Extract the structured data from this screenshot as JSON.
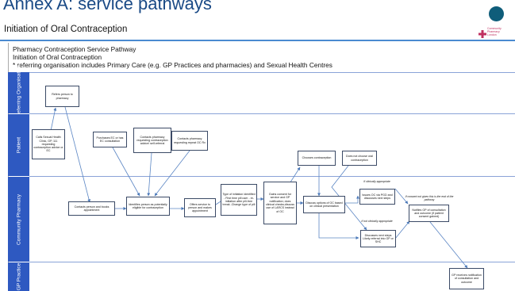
{
  "header": {
    "title": "Annex A: service pathways",
    "subtitle": "Initiation of Oral Contraception"
  },
  "pathway": {
    "title": "Pharmacy Contraception Service Pathway",
    "subtitle": "Initiation of Oral Contraception",
    "note": "* referring organisation includes Primary Care (e.g. GP Practices and pharmacies) and Sexual Health Centres"
  },
  "logos": {
    "cp_line1": "Community",
    "cp_line2": "Pharmacy",
    "cp_line3": "London"
  },
  "lanes": [
    {
      "label": "* Referring Organisation"
    },
    {
      "label": "Patient"
    },
    {
      "label": "Community Pharmacy"
    },
    {
      "label": "GP Practice"
    }
  ],
  "boxes": {
    "refers": "Refers person to pharmacy",
    "calls": "Calls Sexual Health Clinic, GP, 111 requesting contraception advice or  EC",
    "purchases": "Purchases EC or has EC consultation",
    "contacts_self": "Contacts pharmacy requesting contraception advice/ self-referral",
    "contacts_repeat": "Contacts pharmacy requesting repeat OC Rx",
    "chooses": "Chooses contraception",
    "does_not_choose": "Does not choose oral contraception",
    "books": "Contacts person and books appointment",
    "identifies": "Identifies person as potentially eligible for contraception",
    "offers": "Offers service to person and makes appointment",
    "type": "Type of initiation identified - First time pill user - re-initiation after pill-free break -Change type of pill",
    "gains": "Gains consent for service and GP notification; does clinical checks;discuss use of LARCS instead of OC",
    "discuss": "Discuss options of OC based on clinical presentation",
    "issues": "Issues OC via PGD and discusses next steps",
    "next_steps": "Discusses next steps Likely referral into GP or SHC",
    "notifies": "Notifies GP of consultation and outcome (if patient consent gained)",
    "gp_receives": "GP receives notification of consultation and outcome"
  },
  "notes": {
    "clinically": "If clinically appropriate",
    "not_clinically": "If not clinically appropriate",
    "consent": "If consent not given this is the end of the pathway"
  }
}
